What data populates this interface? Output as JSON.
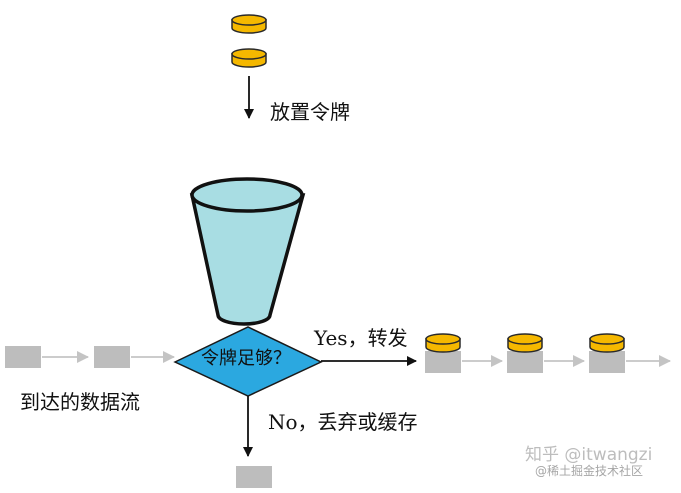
{
  "labels": {
    "put_token": "放置令牌",
    "incoming_stream": "到达的数据流",
    "decision": "令牌足够？",
    "yes_forward": "Yes，转发",
    "no_drop": "No，丢弃或缓存"
  },
  "watermark": {
    "main": "知乎 @itwangzi",
    "sub": "@稀土掘金技术社区"
  },
  "colors": {
    "token_fill": "#F5B800",
    "token_stroke": "#2a2a2a",
    "bucket_fill": "#A8DDE3",
    "bucket_stroke": "#111111",
    "decision_fill": "#2BA8E0",
    "decision_stroke": "#1a1a1a",
    "packet_fill": "#BDBDBD",
    "arrow_dark": "#111111",
    "arrow_light": "#BDBDBD"
  }
}
